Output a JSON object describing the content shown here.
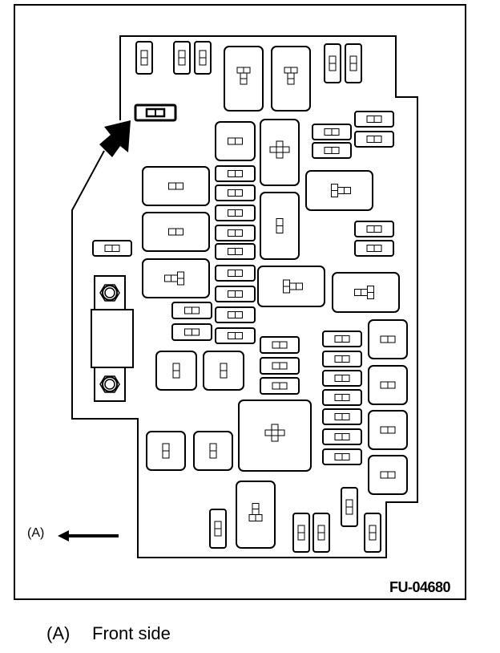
{
  "diagram": {
    "direction_label": "(A)",
    "figure_code": "FU-04680"
  },
  "caption": {
    "key": "(A)",
    "text": "Front side"
  }
}
